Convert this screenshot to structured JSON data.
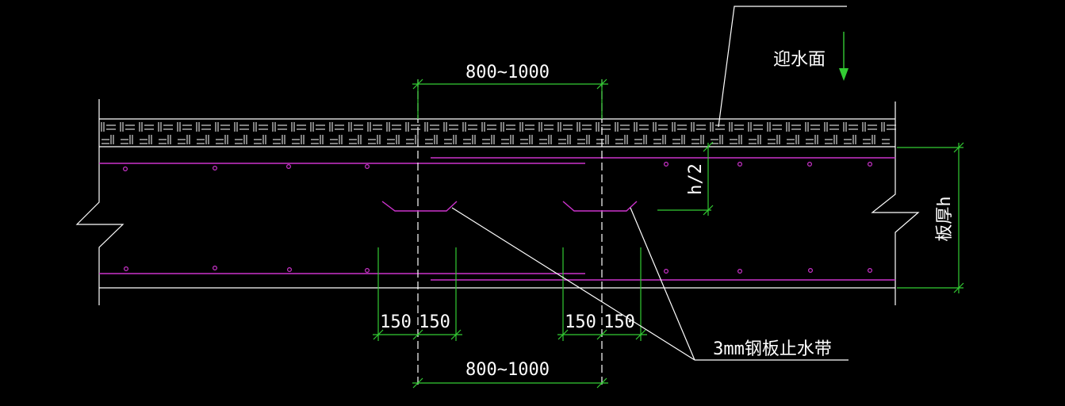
{
  "drawing": {
    "top_dimension": "800~1000",
    "bottom_dimension": "800~1000",
    "left_dims": [
      "150",
      "150"
    ],
    "right_dims": [
      "150",
      "150"
    ],
    "half_thickness": "h/2",
    "slab_thickness": "板厚h",
    "water_face": "迎水面",
    "waterstop_label": "3mm钢板止水带"
  },
  "colors": {
    "background": "#000000",
    "outline": "#ffffff",
    "dimension": "#33cc33",
    "rebar": "#cc33cc",
    "arrow": "#33cc33"
  }
}
